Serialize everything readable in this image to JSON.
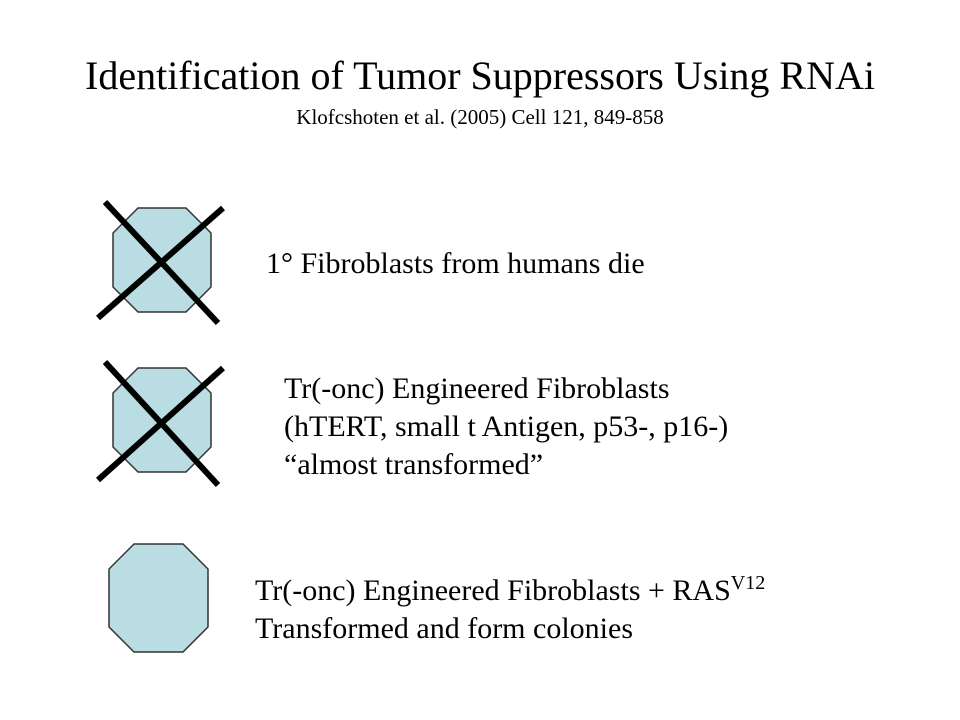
{
  "slide": {
    "title": "Identification of Tumor Suppressors Using RNAi",
    "citation": "Klofcshoten et al. (2005) Cell 121, 849-858"
  },
  "colors": {
    "cell_fill": "#b9dde2",
    "cell_stroke": "#333333",
    "cross_stroke": "#000000"
  },
  "rows": [
    {
      "crossed": true,
      "lines": [
        "1° Fibroblasts  from humans die"
      ]
    },
    {
      "crossed": true,
      "lines": [
        "Tr(-onc) Engineered Fibroblasts",
        "(hTERT, small t Antigen,  p53-, p16-)",
        "“almost transformed”"
      ]
    },
    {
      "crossed": false,
      "lines": [
        "Tr(-onc) Engineered Fibroblasts + RAS",
        "Transformed and form colonies"
      ],
      "superscript": "V12"
    }
  ]
}
